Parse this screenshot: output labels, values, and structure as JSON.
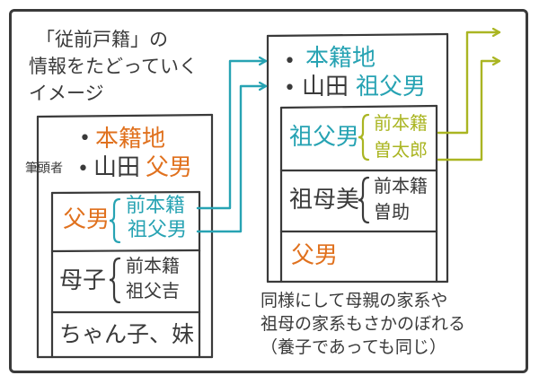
{
  "title_lines": [
    "「従前戸籍」の",
    "情報をたどっていく",
    "イメージ"
  ],
  "left_register": {
    "honseki": "本籍地",
    "head_label": "筆頭者",
    "head_name_prefix": "山田",
    "head_name_rel": "父男",
    "father": {
      "name": "父男",
      "items": [
        "前本籍",
        "祖父男"
      ]
    },
    "mother": {
      "name": "母子",
      "items": [
        "前本籍",
        "祖父吉"
      ]
    },
    "children": "ちゃん子、妹"
  },
  "right_register": {
    "honseki": "本籍地",
    "head_name_prefix": "山田",
    "head_name_rel": "祖父男",
    "grandfather": {
      "name": "祖父男",
      "items": [
        "前本籍",
        "曽太郎"
      ]
    },
    "grandmother": {
      "name": "祖母美",
      "items": [
        "前本籍",
        "曽助"
      ]
    },
    "father": "父男"
  },
  "note_lines": [
    "同様にして母親の家系や",
    "祖母の家系もさかのぼれる",
    "（養子であっても同じ）"
  ],
  "colors": {
    "ink": "#3a3a3a",
    "orange": "#e0711e",
    "teal": "#27a3b3",
    "olive": "#aab522"
  }
}
